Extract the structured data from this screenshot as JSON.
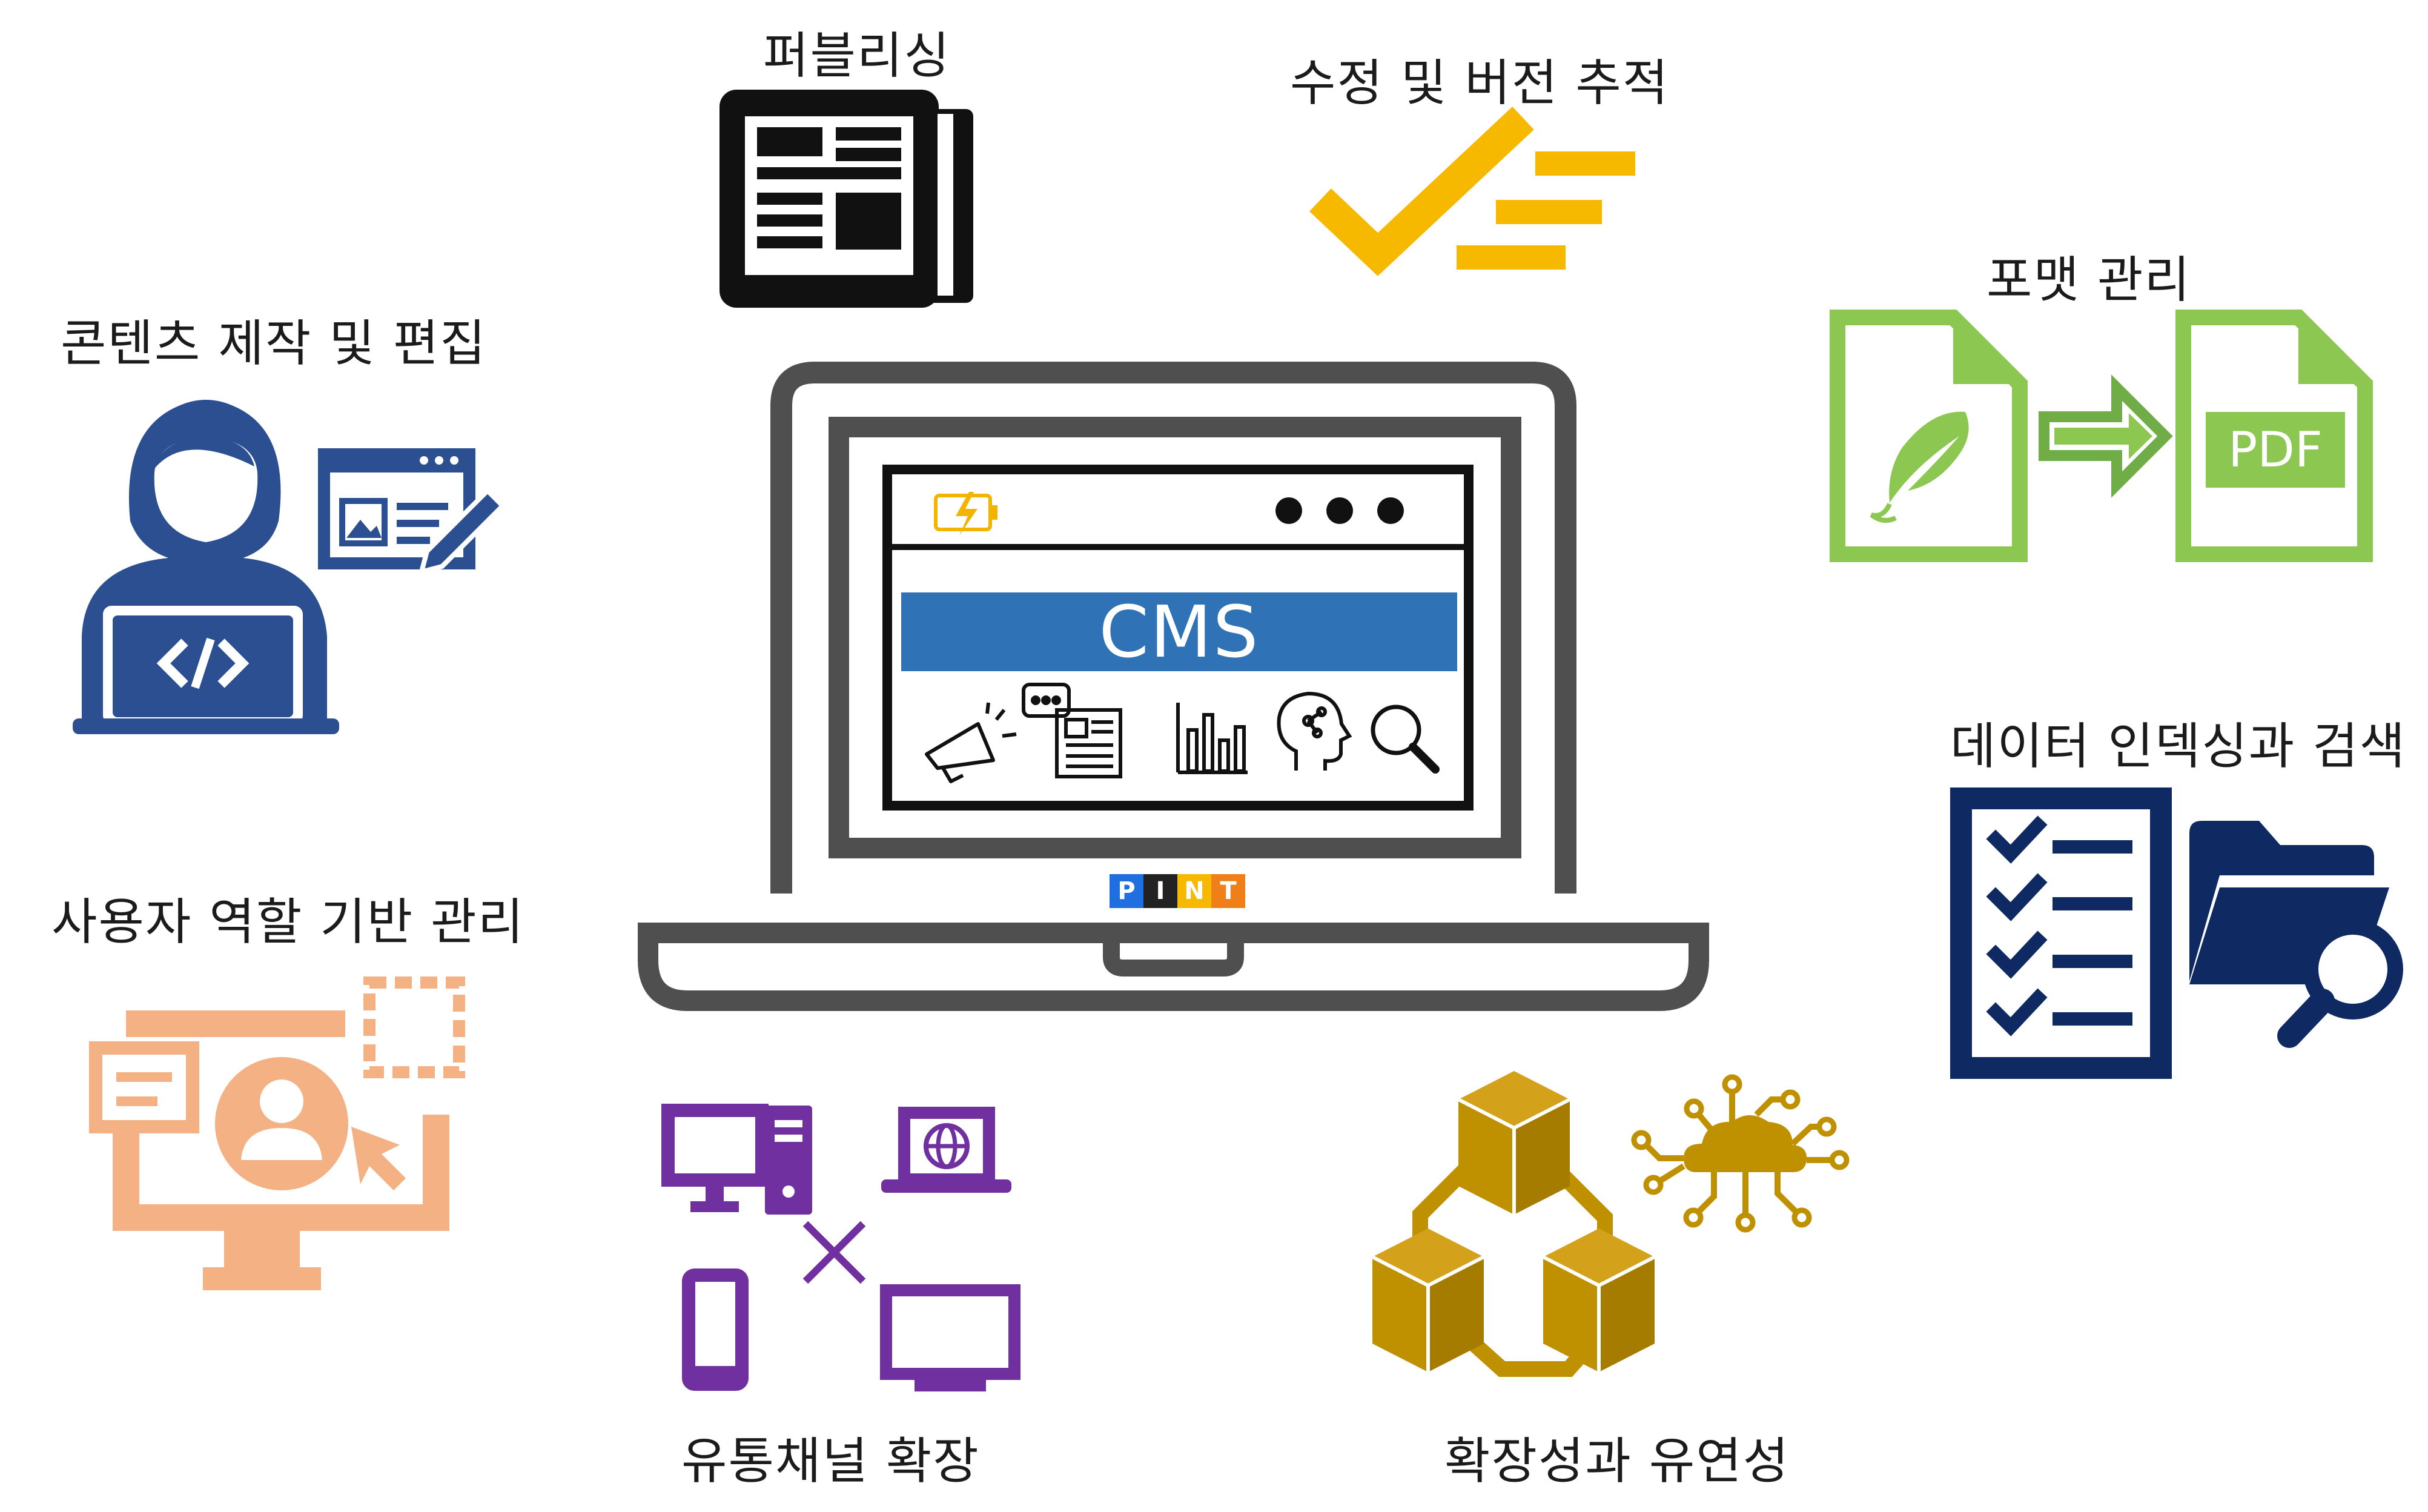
{
  "labels": {
    "publishing": "퍼블리싱",
    "version_tracking": "수정 및 버전 추적",
    "content_editing": "콘텐츠 제작 및 편집",
    "format_management": "포맷 관리",
    "indexing_search": "데이터 인덱싱과 검색",
    "role_based": "사용자 역할 기반 관리",
    "channel_expansion": "유통채널 확장",
    "scalability": "확장성과 유연성"
  },
  "laptop": {
    "screen_title": "CMS",
    "brand_letters": [
      "P",
      "I",
      "N",
      "T"
    ]
  },
  "format": {
    "target_label": "PDF"
  },
  "icon_names": {
    "publishing": "newspaper-icon",
    "version_tracking": "checkmark-lines-icon",
    "content_editing": "developer-editing-icon",
    "format_management": "document-to-pdf-icon",
    "indexing_search": "checklist-folder-search-icon",
    "role_based": "user-role-monitor-icon",
    "channel_expansion": "multi-device-icon",
    "scalability": "connected-blocks-cloud-icon"
  },
  "colors": {
    "text": "#1b1b1b",
    "laptop_frame": "#4f4f4f",
    "cms_banner": "#2f72b6",
    "version_yellow": "#f7b800",
    "format_green": "#8cc751",
    "index_navy": "#0f2a63",
    "role_peach": "#f4b183",
    "channel_purple": "#7030a0",
    "scalability_gold": "#bf9000",
    "editing_blue": "#2b4f91",
    "brand": [
      "#1f6fe0",
      "#222222",
      "#f6b800",
      "#f07f1a"
    ]
  }
}
